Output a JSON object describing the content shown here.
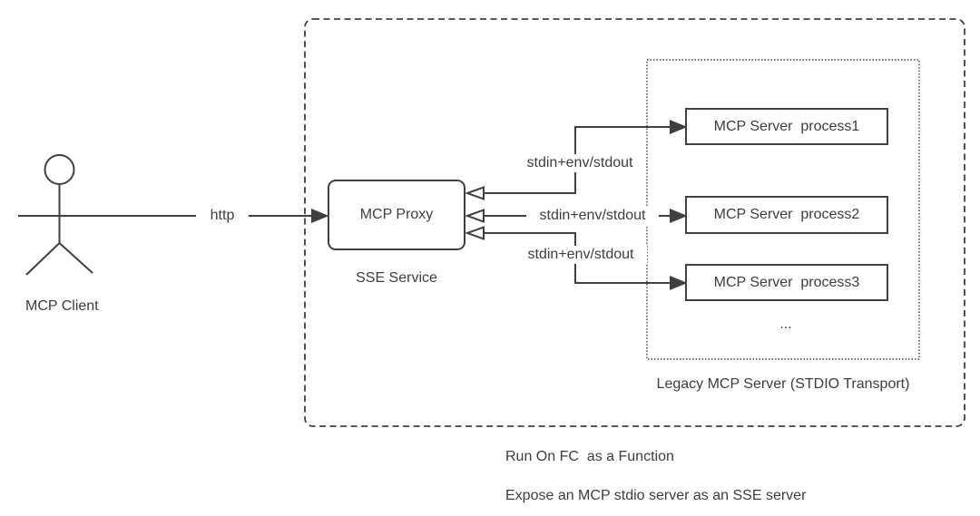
{
  "diagram": {
    "title_hint": "MCP stdio-to-SSE proxy architecture diagram",
    "client": {
      "label": "MCP Client"
    },
    "http_arrow": {
      "label": "http"
    },
    "proxy": {
      "label": "MCP Proxy",
      "sublabel": "SSE Service"
    },
    "stdio_arrows": [
      {
        "label": "stdin+env/stdout"
      },
      {
        "label": "stdin+env/stdout"
      },
      {
        "label": "stdin+env/stdout"
      }
    ],
    "servers": [
      {
        "label": "MCP Server  process1"
      },
      {
        "label": "MCP Server  process2"
      },
      {
        "label": "MCP Server  process3"
      }
    ],
    "ellipsis": "...",
    "legacy_group": {
      "label": "Legacy MCP Server (STDIO Transport)"
    },
    "captions": [
      "Run On FC  as a Function",
      "Expose an MCP stdio server as an SSE server"
    ],
    "colors": {
      "line": "#404040",
      "text": "#3d3d3d",
      "background": "#ffffff"
    }
  }
}
